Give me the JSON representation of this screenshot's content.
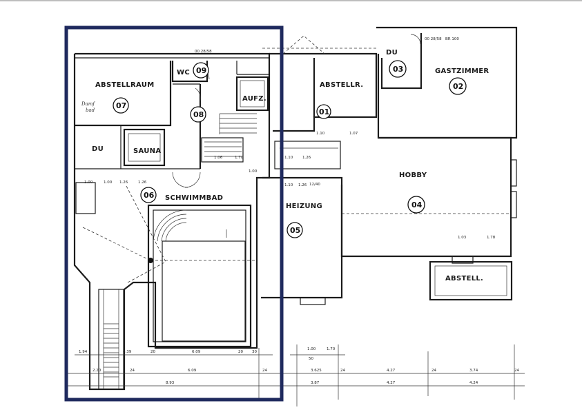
{
  "rooms": {
    "abstellraum": {
      "label": "ABSTELLRAUM",
      "num": "07"
    },
    "wc": {
      "label": "WC",
      "num": "09"
    },
    "hall": {
      "num": "08"
    },
    "aufz": {
      "label": "AUFZ."
    },
    "abstellr": {
      "label": "ABSTELLR.",
      "num": "01"
    },
    "du_left": {
      "label": "DU"
    },
    "sauna": {
      "label": "SAUNA"
    },
    "schwimmbad": {
      "label": "SCHWIMMBAD",
      "num": "06"
    },
    "heizung": {
      "label": "HEIZUNG",
      "num": "05"
    },
    "du_right": {
      "label": "DU",
      "num": "03"
    },
    "gastzimmer": {
      "label": "GASTZIMMER",
      "num": "02"
    },
    "hobby": {
      "label": "HOBBY",
      "num": "04"
    },
    "abstell": {
      "label": "ABSTELL."
    }
  },
  "handwriting": {
    "line1": "Damf",
    "line2": "bad"
  },
  "dimensions": {
    "top_row": [
      "1.94",
      "4.39",
      "20",
      "6.09",
      "20",
      "30",
      "1.00",
      "1.70",
      "50"
    ],
    "mid_row": [
      "2.20",
      "24",
      "6.09",
      "24",
      "3.625",
      "24",
      "4.27",
      "24",
      "3.74",
      "24"
    ],
    "bottom_row": [
      "8.93",
      "3.87",
      "4.27",
      "4.24"
    ],
    "misc": [
      "00 28/58",
      "00 28/58",
      "BR 100",
      "1.10",
      "1.07",
      "1.10",
      "1.26",
      "12/40",
      "1.70",
      "1.03",
      "1.26",
      "1.00",
      "1.00",
      "1.26",
      "1.10",
      "1.26",
      "1.00",
      "1.78",
      "1.06"
    ]
  }
}
